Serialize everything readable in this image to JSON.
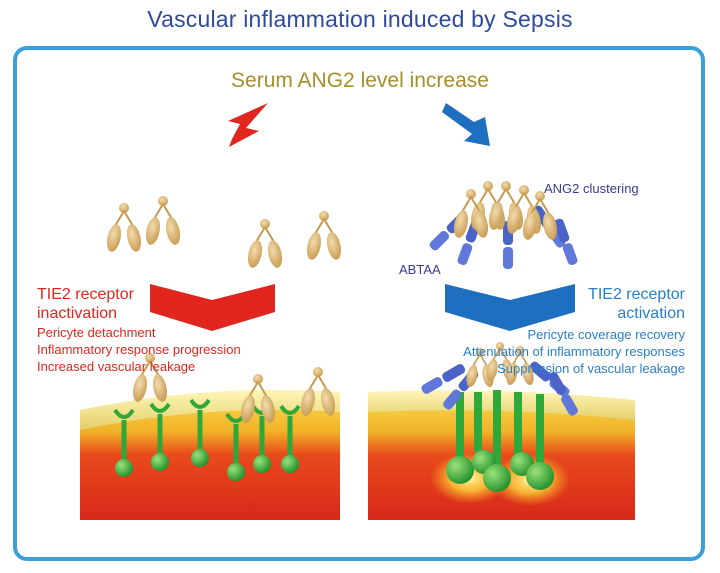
{
  "title": "Vascular inflammation induced by Sepsis",
  "subtitle": "Serum ANG2 level increase",
  "left": {
    "receptor_line1": "TIE2 receptor",
    "receptor_line2": "inactivation",
    "effects": [
      "Pericyte detachment",
      "Inflammatory response progression",
      "Increased vascular leakage"
    ]
  },
  "right": {
    "clustering_label": "ANG2 clustering",
    "antibody_label": "ABTAA",
    "receptor_line1": "TIE2 receptor",
    "receptor_line2": "activation",
    "effects": [
      "Pericyte coverage recovery",
      "Attenuation of inflammatory responses",
      "Suppression of vascular leakage"
    ]
  },
  "colors": {
    "title": "#2e4a9c",
    "frame": "#3aa0dc",
    "subtitle": "#a58f2b",
    "inactivation": "#e0261f",
    "activation": "#2a7fc7",
    "ang2": "#d9b77a",
    "receptor": "#2fa83a",
    "antibody": "#4a63c8",
    "vessel": "#e8321e"
  }
}
